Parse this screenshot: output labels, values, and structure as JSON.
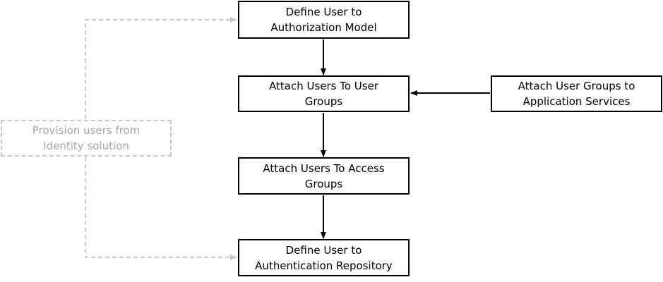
{
  "diagram": {
    "nodes": [
      {
        "id": "define-authorization",
        "lines": [
          "Define User to",
          "Authorization Model"
        ]
      },
      {
        "id": "attach-user-groups",
        "lines": [
          "Attach Users To User",
          "Groups"
        ]
      },
      {
        "id": "attach-access-groups",
        "lines": [
          "Attach Users To Access",
          "Groups"
        ]
      },
      {
        "id": "define-authentication",
        "lines": [
          "Define User to",
          "Authentication Repository"
        ]
      },
      {
        "id": "attach-app-services",
        "lines": [
          "Attach User Groups to",
          "Application Services"
        ]
      },
      {
        "id": "provision-identity",
        "lines": [
          "Provision users from",
          "Identity solution"
        ],
        "style": "dashed"
      }
    ],
    "edges": [
      {
        "from": "define-authorization",
        "to": "attach-user-groups"
      },
      {
        "from": "attach-user-groups",
        "to": "attach-access-groups"
      },
      {
        "from": "attach-access-groups",
        "to": "define-authentication"
      },
      {
        "from": "attach-app-services",
        "to": "attach-user-groups"
      },
      {
        "from": "provision-identity",
        "to": "define-authorization",
        "style": "dashed"
      },
      {
        "from": "provision-identity",
        "to": "define-authentication",
        "style": "dashed"
      }
    ],
    "colors": {
      "solid": "#000000",
      "dashed_line": "#c8c8c8",
      "dashed_text": "#a6a6a6"
    }
  }
}
